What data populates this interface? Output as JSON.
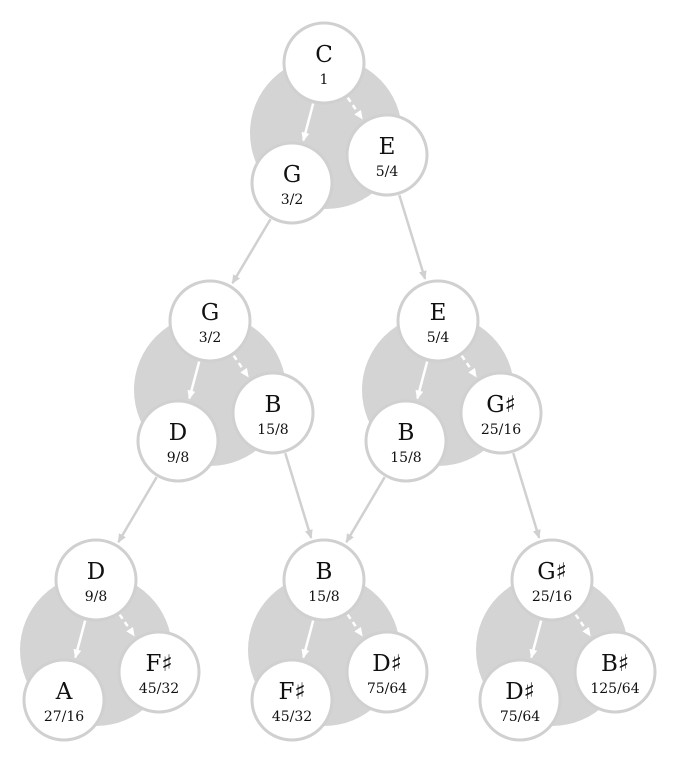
{
  "diagram": {
    "groups": [
      {
        "id": "g-c",
        "root": {
          "note": "C",
          "ratio": "1"
        },
        "fifth": {
          "note": "G",
          "ratio": "3/2"
        },
        "third": {
          "note": "E",
          "ratio": "5/4"
        }
      },
      {
        "id": "g-g",
        "root": {
          "note": "G",
          "ratio": "3/2"
        },
        "fifth": {
          "note": "D",
          "ratio": "9/8"
        },
        "third": {
          "note": "B",
          "ratio": "15/8"
        }
      },
      {
        "id": "g-e",
        "root": {
          "note": "E",
          "ratio": "5/4"
        },
        "fifth": {
          "note": "B",
          "ratio": "15/8"
        },
        "third": {
          "note": "G♯",
          "ratio": "25/16"
        }
      },
      {
        "id": "g-d",
        "root": {
          "note": "D",
          "ratio": "9/8"
        },
        "fifth": {
          "note": "A",
          "ratio": "27/16"
        },
        "third": {
          "note": "F♯",
          "ratio": "45/32"
        }
      },
      {
        "id": "g-b",
        "root": {
          "note": "B",
          "ratio": "15/8"
        },
        "fifth": {
          "note": "F♯",
          "ratio": "45/32"
        },
        "third": {
          "note": "D♯",
          "ratio": "75/64"
        }
      },
      {
        "id": "g-gs",
        "root": {
          "note": "G♯",
          "ratio": "25/16"
        },
        "fifth": {
          "note": "D♯",
          "ratio": "75/64"
        },
        "third": {
          "note": "B♯",
          "ratio": "125/64"
        }
      }
    ],
    "links": [
      {
        "from": "g-c.fifth",
        "to": "g-g.root"
      },
      {
        "from": "g-c.third",
        "to": "g-e.root"
      },
      {
        "from": "g-g.fifth",
        "to": "g-d.root"
      },
      {
        "from": "g-g.third",
        "to": "g-b.root"
      },
      {
        "from": "g-e.fifth",
        "to": "g-b.root"
      },
      {
        "from": "g-e.third",
        "to": "g-gs.root"
      }
    ],
    "colors": {
      "blob": "#d4d4d4",
      "node_fill": "#ffffff",
      "node_stroke": "#d0d0d0",
      "text": "#111111"
    }
  }
}
